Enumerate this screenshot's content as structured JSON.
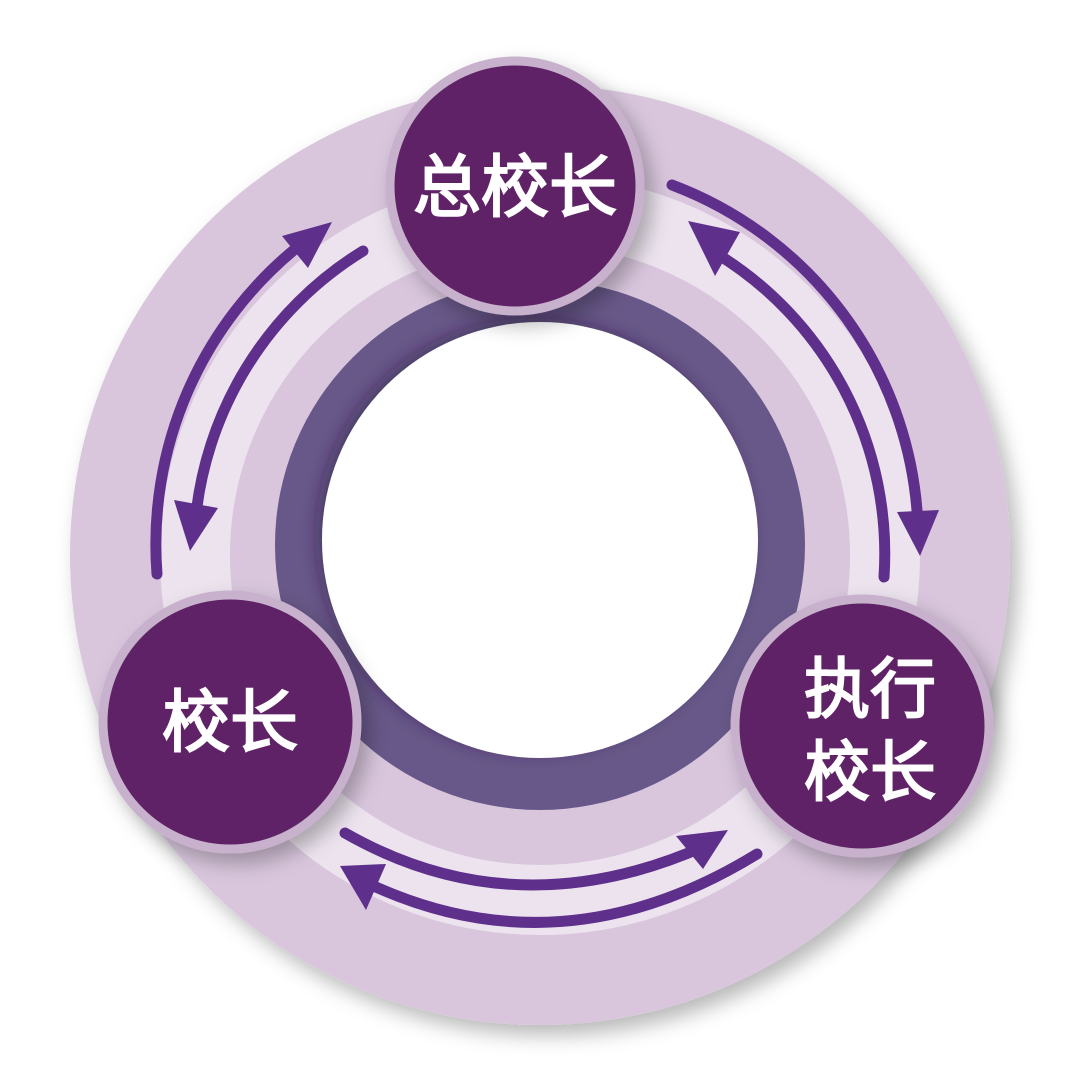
{
  "diagram": {
    "colors": {
      "outer_ring": "#d9c6dd",
      "track": "#ece3ee",
      "inner_ring": "#685889",
      "center": "#ffffff",
      "node_fill": "#5e2466",
      "node_border": "#c7b1cc",
      "arrow": "#5f2f8c"
    },
    "nodes": [
      {
        "id": "top",
        "label": "总校长"
      },
      {
        "id": "left",
        "label": "校长"
      },
      {
        "id": "right",
        "label": "执行校长",
        "line1": "执行",
        "line2": "校长"
      }
    ],
    "arrows": [
      {
        "from": "top",
        "to": "right"
      },
      {
        "from": "right",
        "to": "top"
      },
      {
        "from": "left",
        "to": "top"
      },
      {
        "from": "top",
        "to": "left"
      },
      {
        "from": "left",
        "to": "right"
      },
      {
        "from": "right",
        "to": "left"
      }
    ]
  }
}
